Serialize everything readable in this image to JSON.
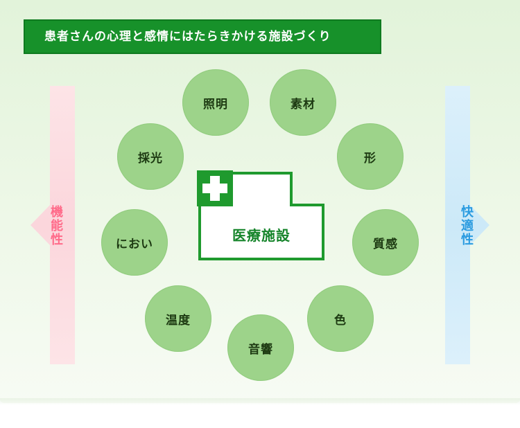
{
  "title": "患者さんの心理と感情にはたらきかける施設づくり",
  "center": {
    "label": "医療施設"
  },
  "left_axis": {
    "label": "機能性",
    "color": "#ff6b8a"
  },
  "right_axis": {
    "label": "快適性",
    "color": "#2a9be0"
  },
  "elements": [
    {
      "id": "shoumei",
      "label": "照明"
    },
    {
      "id": "sozai",
      "label": "素材"
    },
    {
      "id": "katachi",
      "label": "形"
    },
    {
      "id": "shitsukan",
      "label": "質感"
    },
    {
      "id": "iro",
      "label": "色"
    },
    {
      "id": "onkyou",
      "label": "音響"
    },
    {
      "id": "ondo",
      "label": "温度"
    },
    {
      "id": "nioi",
      "label": "におい"
    },
    {
      "id": "saikou",
      "label": "採光"
    }
  ],
  "colors": {
    "title_bg": "#17912a",
    "circle_fill": "#9dd38a",
    "center_stroke": "#1f9a2e",
    "cross_bg": "#1f9a2e"
  }
}
